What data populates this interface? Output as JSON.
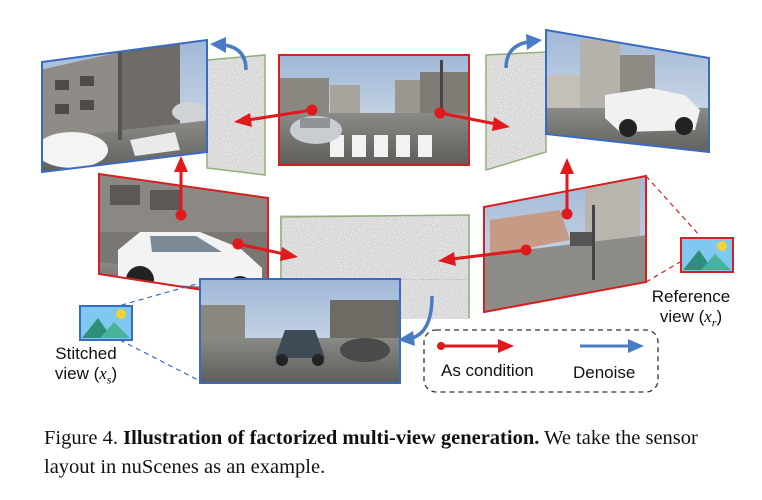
{
  "labels": {
    "stitched_line1": "Stitched",
    "stitched_line2": "view (",
    "stitched_var": "x",
    "stitched_sub": "s",
    "reference_line1": "Reference",
    "reference_line2": "view (",
    "reference_var": "x",
    "reference_sub": "r"
  },
  "legend": {
    "condition_label": "As condition",
    "denoise_label": "Denoise"
  },
  "caption": {
    "figure_number": "Figure 4.",
    "title": "Illustration of factorized multi-view generation.",
    "text": "We take the sensor layout in nuScenes as an example."
  },
  "colors": {
    "condition": "#e0191c",
    "denoise": "#4a7cc4",
    "noise_border": "#8fb07a",
    "view_border_red": "#d42020",
    "view_border_blue": "#3a6bc2"
  }
}
